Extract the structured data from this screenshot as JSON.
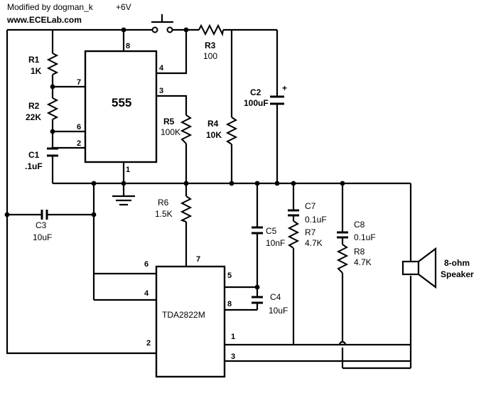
{
  "header": {
    "credit": "Modified by dogman_k",
    "supply": "+6V",
    "site": "www.ECELab.com"
  },
  "chips": {
    "timer": {
      "name": "555",
      "pins": {
        "p1": "1",
        "p2": "2",
        "p3": "3",
        "p4": "4",
        "p6": "6",
        "p7": "7",
        "p8": "8"
      }
    },
    "amp": {
      "name": "TDA2822M",
      "pins": {
        "p1": "1",
        "p2": "2",
        "p3": "3",
        "p4": "4",
        "p5": "5",
        "p6": "6",
        "p7": "7",
        "p8": "8"
      }
    }
  },
  "components": {
    "r1": {
      "ref": "R1",
      "value": "1K"
    },
    "r2": {
      "ref": "R2",
      "value": "22K"
    },
    "c1": {
      "ref": "C1",
      "value": ".1uF"
    },
    "r3": {
      "ref": "R3",
      "value": "100"
    },
    "c2": {
      "ref": "C2",
      "value": "100uF",
      "polarity": "+"
    },
    "r5": {
      "ref": "R5",
      "value": "100K"
    },
    "r4": {
      "ref": "R4",
      "value": "10K"
    },
    "r6": {
      "ref": "R6",
      "value": "1.5K"
    },
    "c3": {
      "ref": "C3",
      "value": "10uF"
    },
    "c5": {
      "ref": "C5",
      "value": "10nF"
    },
    "c7": {
      "ref": "C7",
      "value": "0.1uF"
    },
    "r7": {
      "ref": "R7",
      "value": "4.7K"
    },
    "c8": {
      "ref": "C8",
      "value": "0.1uF"
    },
    "r8": {
      "ref": "R8",
      "value": "4.7K"
    },
    "c4": {
      "ref": "C4",
      "value": "10uF"
    },
    "speaker": {
      "line1": "8-ohm",
      "line2": "Speaker"
    }
  }
}
